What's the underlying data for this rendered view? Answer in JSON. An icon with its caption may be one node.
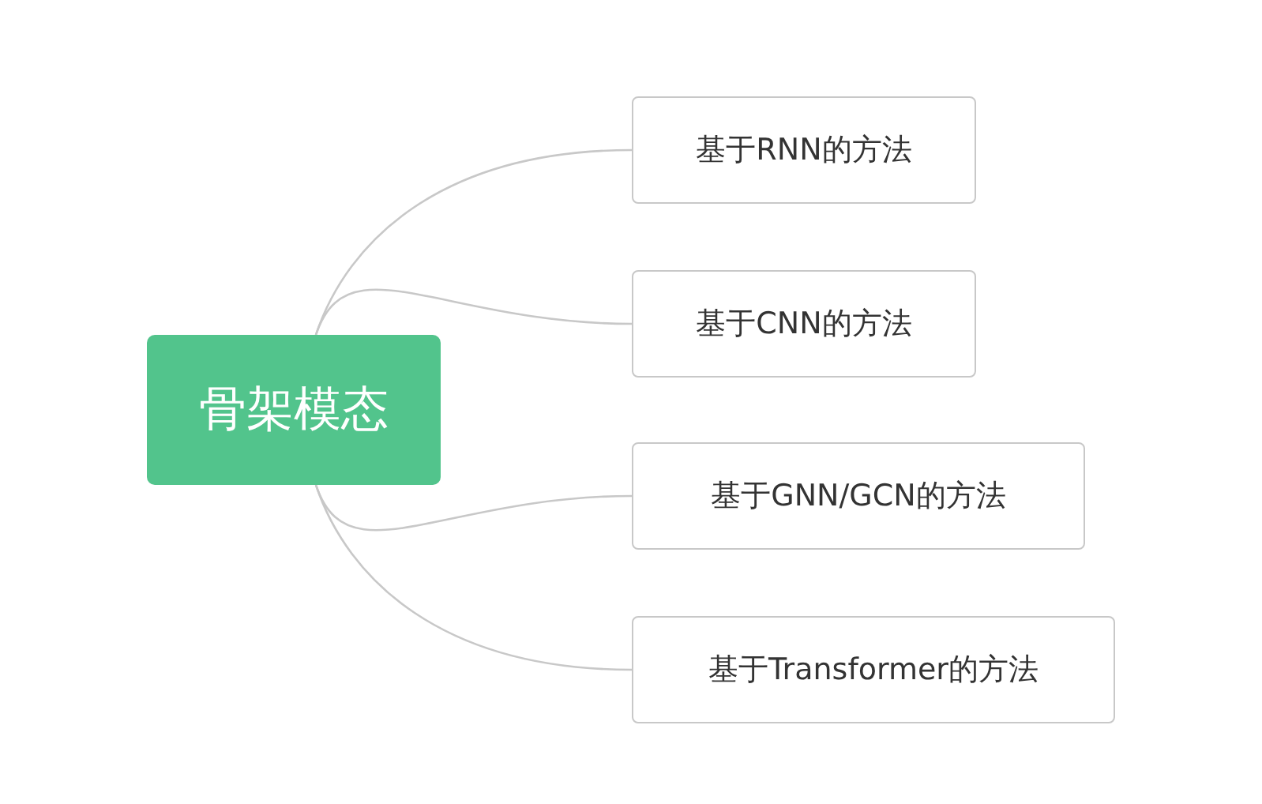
{
  "diagram": {
    "nodes": [
      {
        "text": [
          "骨架模态"
        ]
      },
      {
        "text": [
          "基于RNN的方法"
        ]
      },
      {
        "text": [
          "基于CNN的方法"
        ]
      },
      {
        "text": [
          "基于GNN/GCN的方法"
        ]
      },
      {
        "text": [
          "基于Transformer的方法"
        ]
      }
    ],
    "edges": [
      {
        "from": 0,
        "to": 1,
        "arrow": "none"
      },
      {
        "from": 0,
        "to": 2,
        "arrow": "none"
      },
      {
        "from": 0,
        "to": 3,
        "arrow": "none"
      },
      {
        "from": 0,
        "to": 4,
        "arrow": "none"
      }
    ]
  }
}
